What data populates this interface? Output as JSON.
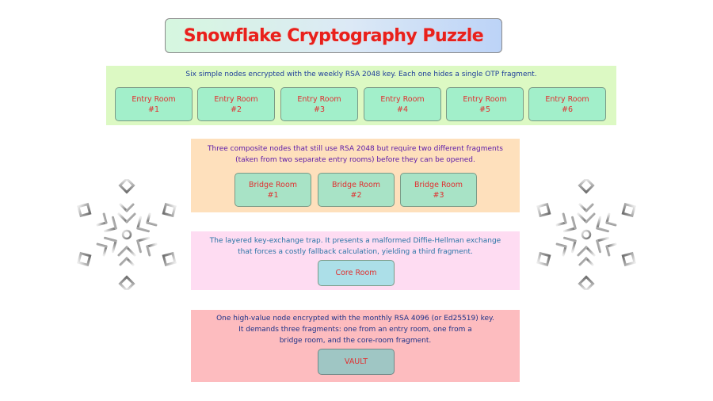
{
  "title": "Snowflake Cryptography Puzzle",
  "tiers": {
    "entry": {
      "description_lines": [
        "Six simple nodes encrypted with the weekly RSA 2048 key. Each one hides a single OTP fragment."
      ],
      "rooms": [
        {
          "name": "Entry Room",
          "number": "#1"
        },
        {
          "name": "Entry Room",
          "number": "#2"
        },
        {
          "name": "Entry Room",
          "number": "#3"
        },
        {
          "name": "Entry Room",
          "number": "#4"
        },
        {
          "name": "Entry Room",
          "number": "#5"
        },
        {
          "name": "Entry Room",
          "number": "#6"
        }
      ]
    },
    "bridge": {
      "description_lines": [
        "Three composite nodes that still use RSA 2048 but require two different fragments",
        "(taken from two separate entry rooms) before they can be opened."
      ],
      "rooms": [
        {
          "name": "Bridge Room",
          "number": "#1"
        },
        {
          "name": "Bridge Room",
          "number": "#2"
        },
        {
          "name": "Bridge Room",
          "number": "#3"
        }
      ]
    },
    "core": {
      "description_lines": [
        "The layered key-exchange trap. It presents a malformed Diffie-Hellman exchange",
        "that forces a costly fallback calculation, yielding a third fragment."
      ],
      "room_label": "Core Room"
    },
    "vault": {
      "description_lines": [
        "One high-value node encrypted with the monthly RSA 4096 (or Ed25519) key.",
        "It demands three fragments: one from an entry room, one from a",
        "bridge room, and the core-room fragment."
      ],
      "room_label": "VAULT"
    }
  },
  "colors": {
    "title": "#e8201c",
    "entry_band": "#dcf9c3",
    "bridge_band": "#fee0bc",
    "core_band": "#fedcf2",
    "vault_band": "#fdbcbf",
    "room_text": "#e02f2f"
  },
  "decorations": [
    "snowflake-icon",
    "snowflake-icon"
  ]
}
